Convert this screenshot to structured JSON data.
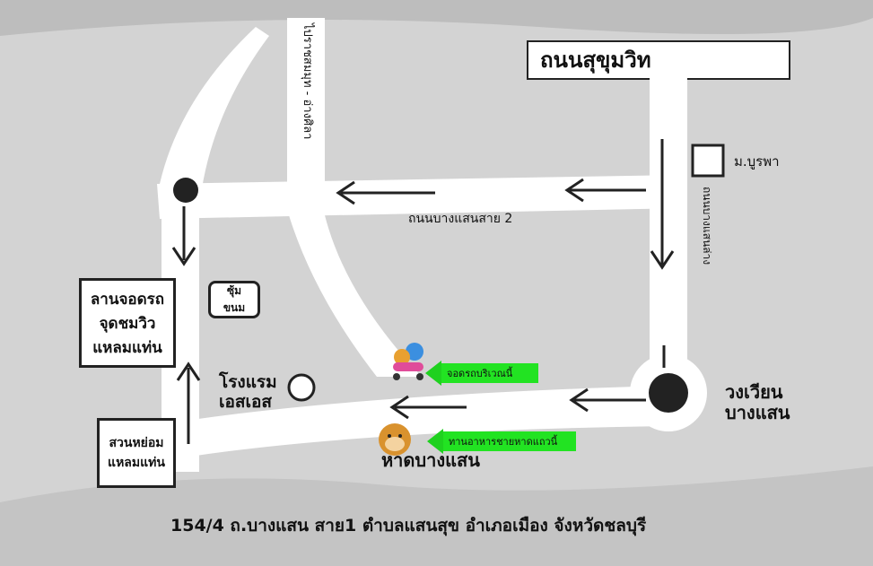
{
  "roads": {
    "sukhumvit": "ถนนสุขุมวิท",
    "bangsaen_sai2": "ถนนบางแสนสาย 2",
    "prachasamosorn": "ไปราชสมมุท - อ่างศิลา",
    "right_vertical": "ถนนบางแสนล่าง"
  },
  "places": {
    "burapha": "ม.บูรพา",
    "parking_view": [
      "ลานจอดรถ",
      "จุดชมวิว",
      "แหลมแท่น"
    ],
    "shop": [
      "ซุ้ม",
      "ขนม"
    ],
    "hotel": [
      "โรงแรม",
      "เอสเอส"
    ],
    "garden": [
      "สวนหย่อม",
      "แหลมแท่น"
    ],
    "roundabout": [
      "วงเวียน",
      "บางแสน"
    ],
    "beach": "หาดบางแสน"
  },
  "callouts": {
    "parking": "จอดรถบริเวณนี้",
    "food": "ทานอาหารชายหาดแถวนี้"
  },
  "address": "154/4  ถ.บางแสน สาย1  ตำบลแสนสุข อำเภอเมือง จังหวัดชลบุรี",
  "colors": {
    "background": "#d6d6d6",
    "road": "#ffffff",
    "ink": "#111111",
    "callout": "#22e322"
  }
}
